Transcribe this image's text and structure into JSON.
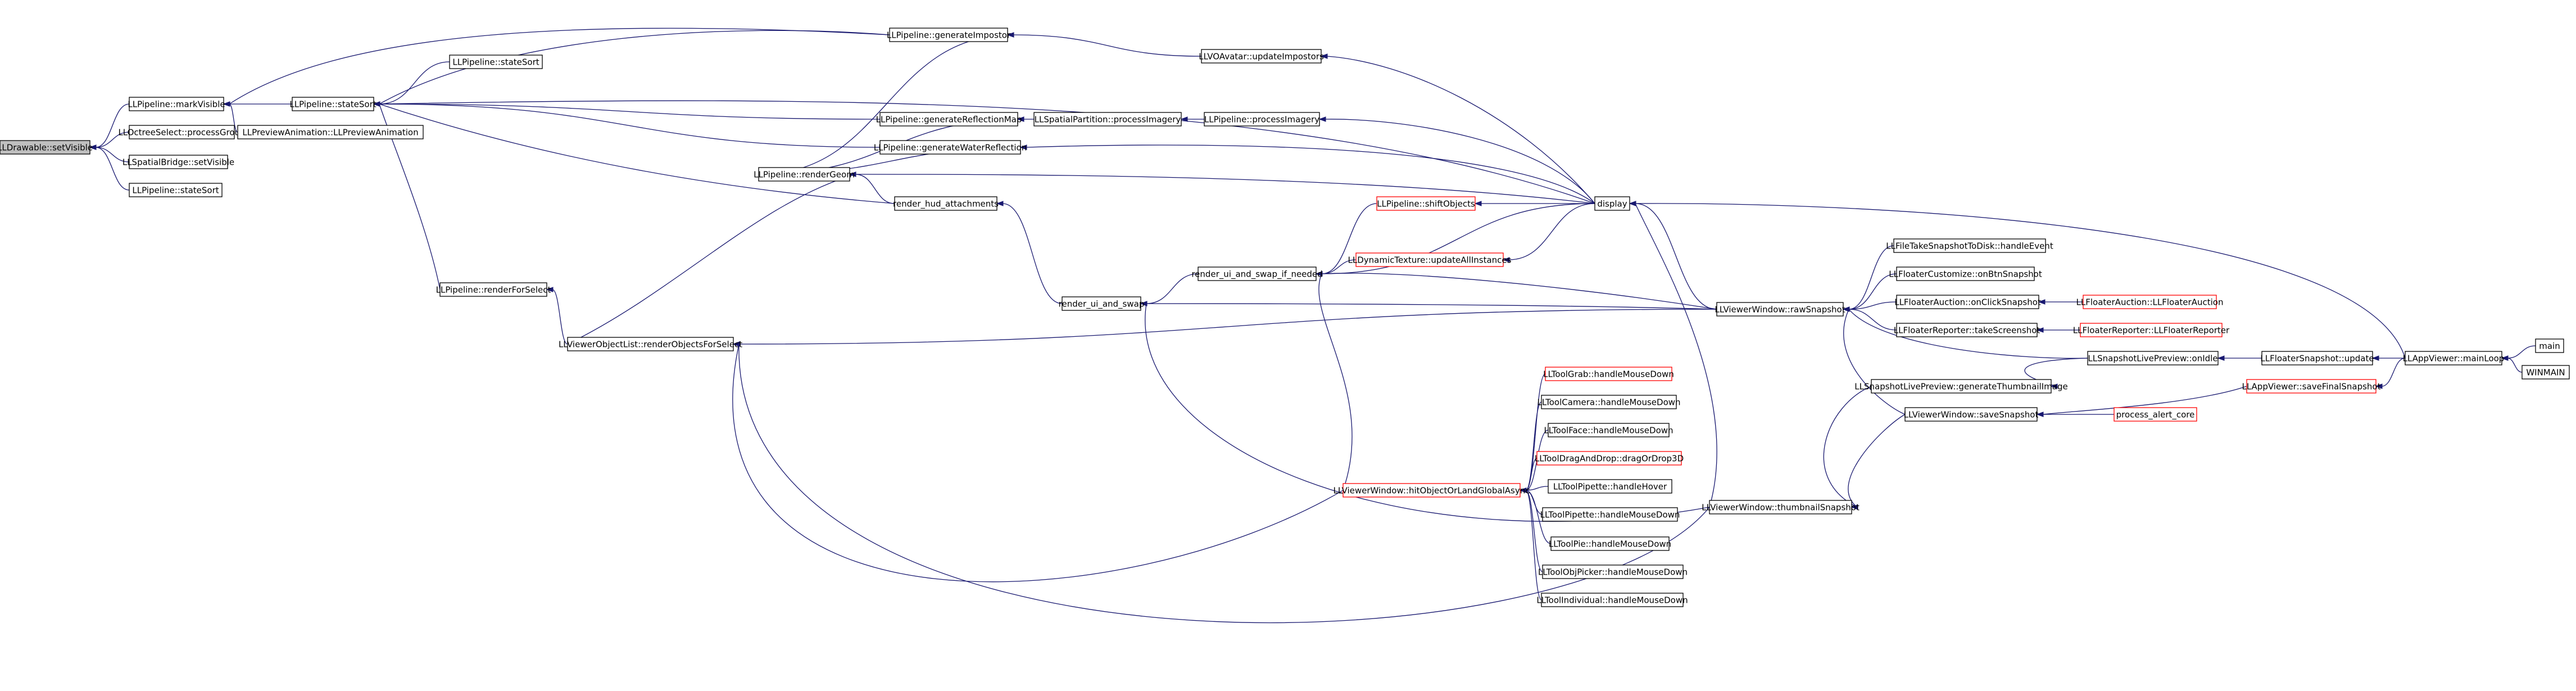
{
  "nodes": {
    "n_root": {
      "label": "LLDrawable::setVisible"
    },
    "n_markVisible": {
      "label": "LLPipeline::markVisible"
    },
    "n_octree": {
      "label": "LLOctreeSelect::processGroup"
    },
    "n_spatialBridge": {
      "label": "LLSpatialBridge::setVisible"
    },
    "n_stateSort1": {
      "label": "LLPipeline::stateSort"
    },
    "n_stateSortMain": {
      "label": "LLPipeline::stateSort"
    },
    "n_previewAnim": {
      "label": "LLPreviewAnimation::LLPreviewAnimation"
    },
    "n_stateSort3": {
      "label": "LLPipeline::stateSort"
    },
    "n_renderForSelect": {
      "label": "LLPipeline::renderForSelect"
    },
    "n_genImpostor": {
      "label": "LLPipeline::generateImpostor"
    },
    "n_genReflection": {
      "label": "LLPipeline::generateReflectionMap"
    },
    "n_genWater": {
      "label": "LLPipeline::generateWaterReflection"
    },
    "n_renderGeom": {
      "label": "LLPipeline::renderGeom"
    },
    "n_renderHud": {
      "label": "render_hud_attachments"
    },
    "n_renderObjects": {
      "label": "LLViewerObjectList::renderObjectsForSelect"
    },
    "n_vobAvatar": {
      "label": "LLVOAvatar::updateImpostors"
    },
    "n_spatialPartition": {
      "label": "LLSpatialPartition::processImagery"
    },
    "n_processImagery": {
      "label": "LLPipeline::processImagery"
    },
    "n_renderUi": {
      "label": "render_ui_and_swap"
    },
    "n_renderUiIfNeeded": {
      "label": "render_ui_and_swap_if_needed"
    },
    "n_shiftObjects": {
      "label": "LLPipeline::shiftObjects"
    },
    "n_dynTexture": {
      "label": "LLDynamicTexture::updateAllInstances"
    },
    "n_display": {
      "label": "display"
    },
    "n_hitObject": {
      "label": "LLViewerWindow::hitObjectOrLandGlobalAsync"
    },
    "n_toolGrab": {
      "label": "LLToolGrab::handleMouseDown"
    },
    "n_toolCamera": {
      "label": "LLToolCamera::handleMouseDown"
    },
    "n_toolFace": {
      "label": "LLToolFace::handleMouseDown"
    },
    "n_toolDragDrop": {
      "label": "LLToolDragAndDrop::dragOrDrop3D"
    },
    "n_toolPipetteHover": {
      "label": "LLToolPipette::handleHover"
    },
    "n_toolPipetteDown": {
      "label": "LLToolPipette::handleMouseDown"
    },
    "n_toolPie": {
      "label": "LLToolPie::handleMouseDown"
    },
    "n_toolObjPicker": {
      "label": "LLToolObjPicker::handleMouseDown"
    },
    "n_toolIndividual": {
      "label": "LLToolIndividual::handleMouseDown"
    },
    "n_rawSnapshot": {
      "label": "LLViewerWindow::rawSnapshot"
    },
    "n_thumbnail": {
      "label": "LLViewerWindow::thumbnailSnapshot"
    },
    "n_fileTake": {
      "label": "LLFileTakeSnapshotToDisk::handleEvent"
    },
    "n_floaterCustomize": {
      "label": "LLFloaterCustomize::onBtnSnapshot"
    },
    "n_floaterAuctionSnap": {
      "label": "LLFloaterAuction::onClickSnapshot"
    },
    "n_floaterAuction": {
      "label": "LLFloaterAuction::LLFloaterAuction"
    },
    "n_floaterReporterTake": {
      "label": "LLFloaterReporter::takeScreenshot"
    },
    "n_floaterReporter": {
      "label": "LLFloaterReporter::LLFloaterReporter"
    },
    "n_snapshotPreviewIdle": {
      "label": "LLSnapshotLivePreview::onIdle"
    },
    "n_floaterSnapshotUpdate": {
      "label": "LLFloaterSnapshot::update"
    },
    "n_appMainLoop": {
      "label": "LLAppViewer::mainLoop"
    },
    "n_main": {
      "label": "main"
    },
    "n_winmain": {
      "label": "WINMAIN"
    },
    "n_genThumb": {
      "label": "LLSnapshotLivePreview::generateThumbnailImage"
    },
    "n_saveSnapshot": {
      "label": "LLViewerWindow::saveSnapshot"
    },
    "n_saveFinal": {
      "label": "LLAppViewer::saveFinalSnapshot"
    },
    "n_processAlert": {
      "label": "process_alert_core"
    }
  },
  "colors": {
    "edge": "#191970",
    "node_border": "#000000",
    "node_border_unlisted": "#ff0000",
    "root_fill": "#bfbfbf",
    "background": "#ffffff"
  }
}
